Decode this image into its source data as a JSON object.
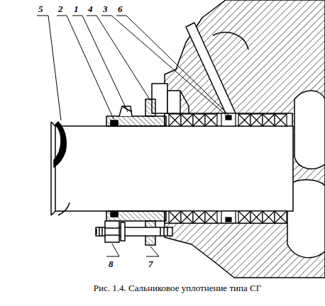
{
  "diagram": {
    "caption": "Рис. 1.4. Сальниковое уплотнение типа СГ",
    "labels": [
      "5",
      "2",
      "1",
      "4",
      "3",
      "6",
      "8",
      "7"
    ]
  }
}
